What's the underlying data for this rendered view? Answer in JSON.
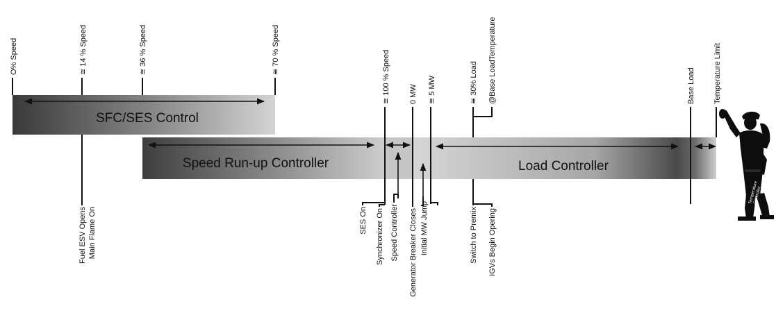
{
  "bars": {
    "sfc": "SFC/SES Control",
    "speed": "Speed Run-up Controller",
    "load": "Load Controller"
  },
  "top_labels": {
    "speed0": "O% Speed",
    "speed14": "≅ 14 % Speed",
    "speed36": "≅ 36 % Speed",
    "speed70": "≅ 70 % Speed",
    "speed100": "≅ 100 % Speed",
    "mw0": "0 MW",
    "mw5": "≅ 5 MW",
    "load30": "≅ 30% Load",
    "baseload_temp": "@Base LoadTemperature",
    "base_load": "Base Load",
    "temp_limit": "Temperature Limit"
  },
  "bottom_labels": {
    "fuel_esv": "Fuel ESV Opens",
    "main_flame": "Main Flame On",
    "ses_on": "SES On",
    "synchronizer": "Synchronizer On",
    "speed_controller": "Speed Controller",
    "gen_breaker": "Generator Breaker Closes",
    "initial_mw": "Initial MW Jump",
    "premix": "Switch to Premix",
    "igvs": "IGVs Begin Opering"
  },
  "figure": {
    "label_line1": "Temperature",
    "label_line2": "Controller"
  },
  "colors": {
    "line": "#111111",
    "bar_dark": "#3c3c3c",
    "bar_light": "#d2d2d2",
    "text": "#111111"
  }
}
